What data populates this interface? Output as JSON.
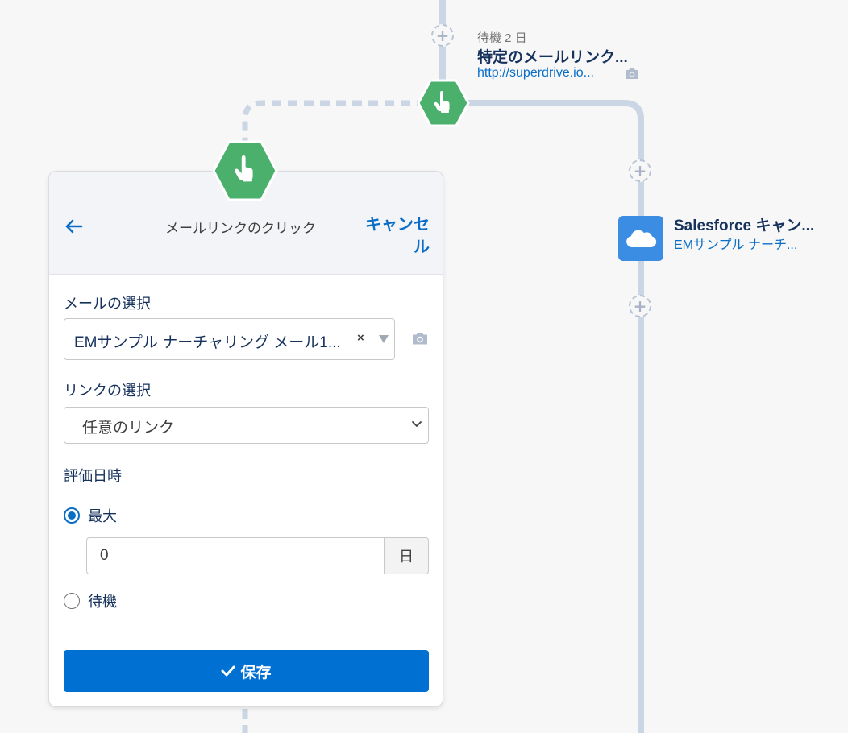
{
  "flow": {
    "wait_node": {
      "meta": "待機 2 日",
      "title": "特定のメールリンク...",
      "link": "http://superdrive.io..."
    },
    "salesforce_node": {
      "title": "Salesforce キャン...",
      "subtitle": "EMサンプル ナーチ..."
    }
  },
  "panel": {
    "title": "メールリンクのクリック",
    "cancel_label": "キャンセル",
    "email_select": {
      "label": "メールの選択",
      "value": "EMサンプル ナーチャリング メール1...",
      "clear": "×"
    },
    "link_select": {
      "label": "リンクの選択",
      "value": "任意のリンク"
    },
    "evaluation": {
      "label": "評価日時",
      "option_max": "最大",
      "option_wait": "待機",
      "selected": "最大",
      "value": "0",
      "unit": "日"
    },
    "save_label": "保存"
  },
  "colors": {
    "accent": "#0070d2",
    "link": "#0a6ec7",
    "node_green": "#4bb06b",
    "salesforce_blue": "#3b8de3",
    "flow_line": "#cbd6e5"
  }
}
